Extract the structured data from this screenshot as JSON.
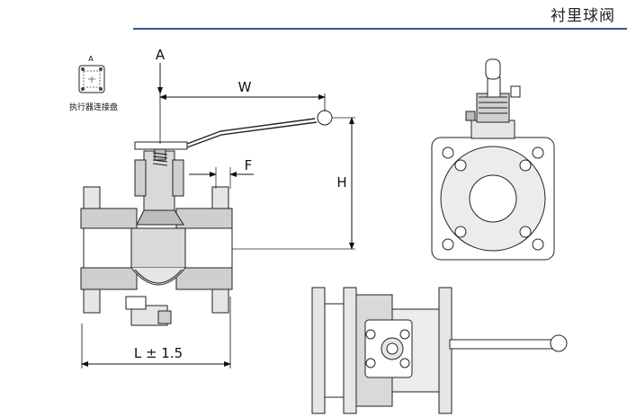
{
  "title": "衬里球阀",
  "colors": {
    "accent_rule": "#2c5aa0",
    "line": "#222222",
    "fill_gray": "#cfcfcf",
    "fill_light": "#e6e6e6"
  },
  "flange_detail": {
    "view_label": "A",
    "caption": "执行器连接盘"
  },
  "dimensions": {
    "view_arrow": "A",
    "width": "W",
    "height": "H",
    "flange_gap": "F",
    "length": "L ± 1.5"
  }
}
